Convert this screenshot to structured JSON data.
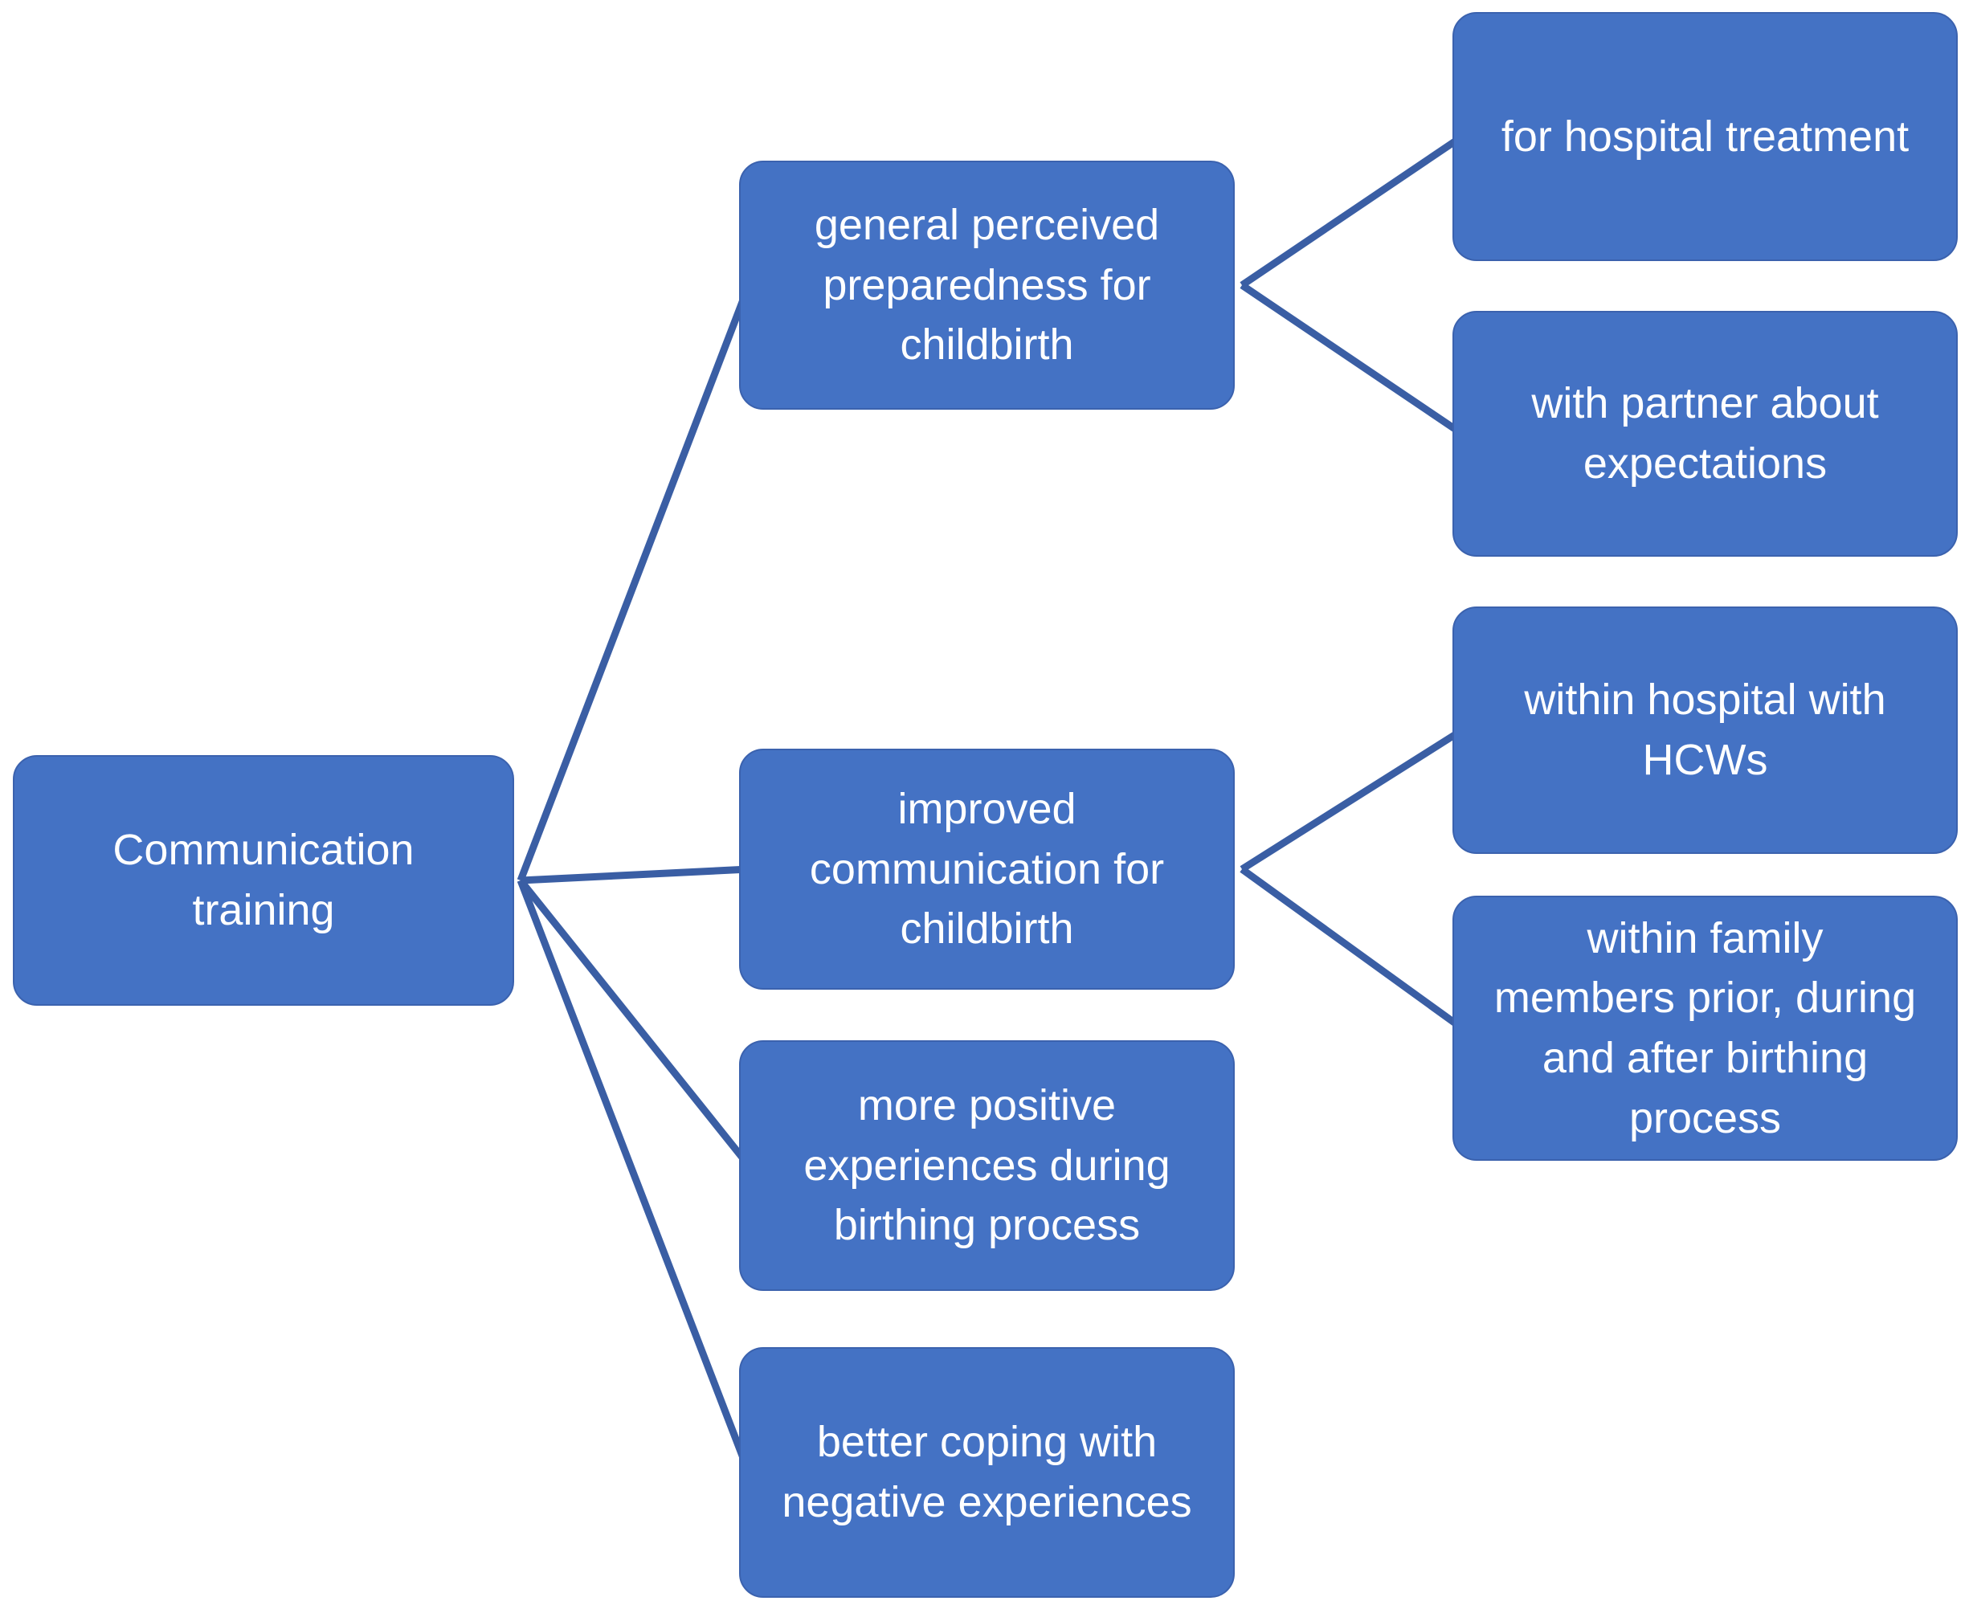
{
  "diagram": {
    "nodes": {
      "root": {
        "id": "communication-training",
        "label": "Communication\ntraining"
      },
      "general": {
        "id": "general-preparedness",
        "label": "general perceived\npreparedness for\nchildbirth"
      },
      "improved": {
        "id": "improved-communication",
        "label": "improved\ncommunication for\nchildbirth"
      },
      "positive": {
        "id": "positive-experiences",
        "label": "more positive\nexperiences during\nbirthing process"
      },
      "coping": {
        "id": "better-coping",
        "label": "better coping with\nnegative experiences"
      },
      "hospital_treatment": {
        "id": "hospital-treatment",
        "label": "for hospital treatment"
      },
      "partner": {
        "id": "partner-expectations",
        "label": "with partner about\nexpectations"
      },
      "hcws": {
        "id": "hospital-hcws",
        "label": "within hospital with\nHCWs"
      },
      "family": {
        "id": "family-members",
        "label": "within family\nmembers prior, during\nand after birthing\nprocess"
      }
    },
    "connections": [
      {
        "from": "communication-training",
        "to": "general-preparedness"
      },
      {
        "from": "communication-training",
        "to": "improved-communication"
      },
      {
        "from": "communication-training",
        "to": "positive-experiences"
      },
      {
        "from": "communication-training",
        "to": "better-coping"
      },
      {
        "from": "general-preparedness",
        "to": "hospital-treatment"
      },
      {
        "from": "general-preparedness",
        "to": "partner-expectations"
      },
      {
        "from": "improved-communication",
        "to": "hospital-hcws"
      },
      {
        "from": "improved-communication",
        "to": "family-members"
      }
    ],
    "colors": {
      "node_fill": "#4472C4",
      "node_border": "#3B62AE",
      "connector": "#3A5EA4",
      "text": "#FFFFFF",
      "background": "#FFFFFF"
    }
  }
}
